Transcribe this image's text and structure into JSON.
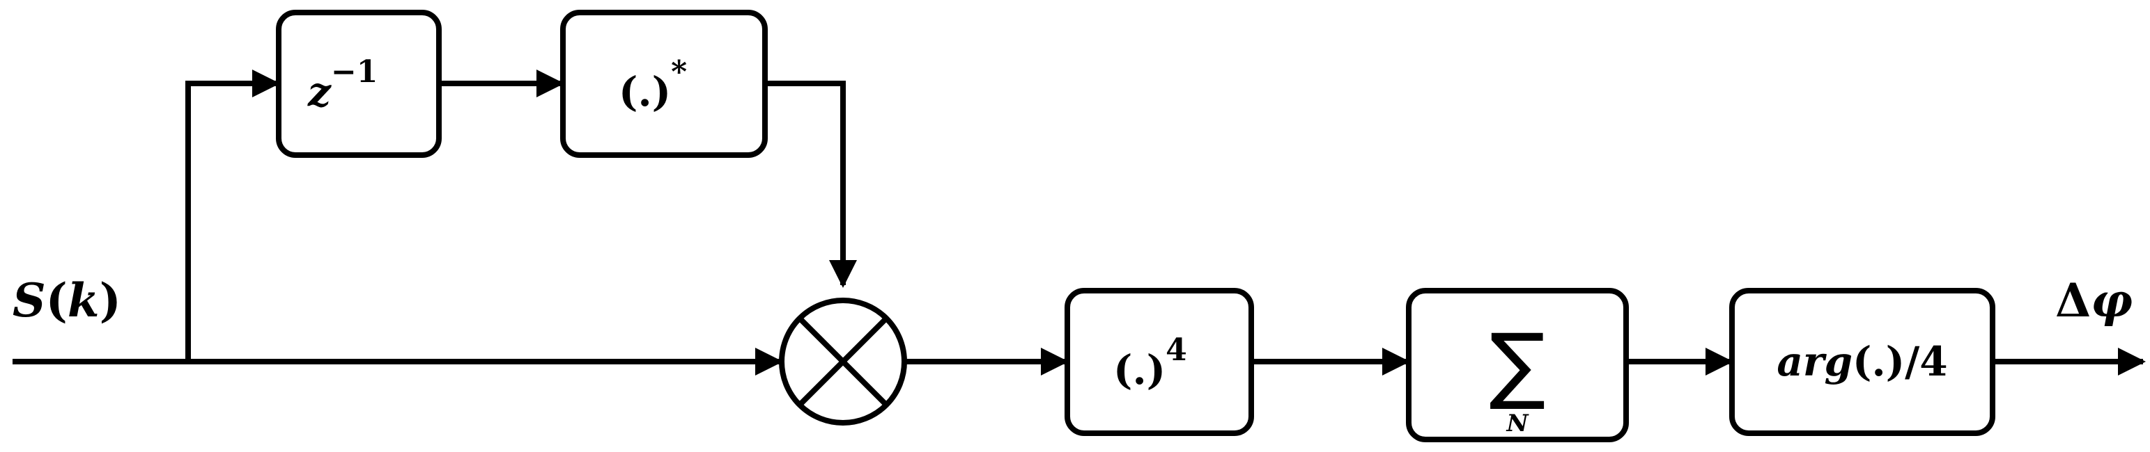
{
  "input_label": {
    "base": "S",
    "paren_open": "(",
    "var": "k",
    "paren_close": ")"
  },
  "output_label": {
    "delta": "Δ",
    "var": "φ"
  },
  "blocks": {
    "delay": {
      "base": "z",
      "exp": "−1"
    },
    "conjugate": {
      "base": "(.)",
      "exp": "*"
    },
    "multiplier": {
      "symbol": "⊗"
    },
    "power": {
      "base": "(.)",
      "exp": "4"
    },
    "sum": {
      "symbol": "∑",
      "sub": "N"
    },
    "arg": {
      "func": "arg",
      "paren": "(.)",
      "div": "/4"
    }
  }
}
